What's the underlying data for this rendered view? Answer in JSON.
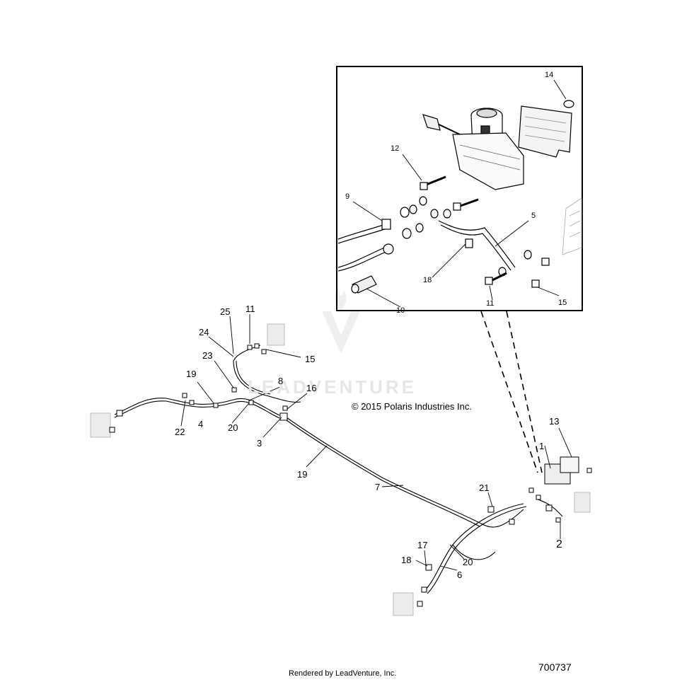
{
  "copyright": "© 2015 Polaris Industries Inc.",
  "footer": "Rendered by LeadVenture, Inc.",
  "diagram_number": "700737",
  "watermark": "LEADVENTURE",
  "callouts": [
    {
      "id": "c14",
      "label": "14"
    },
    {
      "id": "c12",
      "label": "12"
    },
    {
      "id": "c9",
      "label": "9"
    },
    {
      "id": "c5",
      "label": "5"
    },
    {
      "id": "c18i",
      "label": "18"
    },
    {
      "id": "c11i",
      "label": "11"
    },
    {
      "id": "c10",
      "label": "10"
    },
    {
      "id": "c15i",
      "label": "15"
    },
    {
      "id": "c25",
      "label": "25"
    },
    {
      "id": "c11",
      "label": "11"
    },
    {
      "id": "c24",
      "label": "24"
    },
    {
      "id": "c15",
      "label": "15"
    },
    {
      "id": "c23",
      "label": "23"
    },
    {
      "id": "c8",
      "label": "8"
    },
    {
      "id": "c19a",
      "label": "19"
    },
    {
      "id": "c16",
      "label": "16"
    },
    {
      "id": "c22",
      "label": "22"
    },
    {
      "id": "c4",
      "label": "4"
    },
    {
      "id": "c20a",
      "label": "20"
    },
    {
      "id": "c3",
      "label": "3"
    },
    {
      "id": "c19b",
      "label": "19"
    },
    {
      "id": "c7",
      "label": "7"
    },
    {
      "id": "c13",
      "label": "13"
    },
    {
      "id": "c1",
      "label": "1"
    },
    {
      "id": "c21",
      "label": "21"
    },
    {
      "id": "c2",
      "label": "2"
    },
    {
      "id": "c17",
      "label": "17"
    },
    {
      "id": "c18",
      "label": "18"
    },
    {
      "id": "c20b",
      "label": "20"
    },
    {
      "id": "c6",
      "label": "6"
    }
  ]
}
